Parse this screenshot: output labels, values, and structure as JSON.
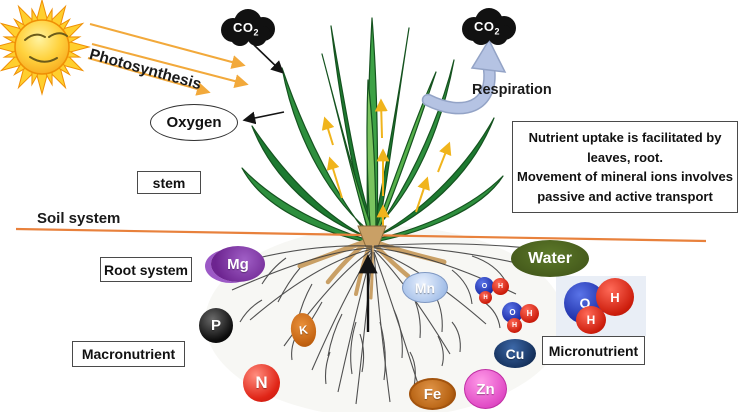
{
  "diagram": {
    "photosynthesis_label": "Photosynthesis",
    "respiration_label": "Respiration",
    "oxygen_label": "Oxygen",
    "stem_label": "stem",
    "soil_system_label": "Soil system",
    "root_system_label": "Root system",
    "macronutrient_label": "Macronutrient",
    "micronutrient_label": "Micronutrient",
    "water_label": "Water",
    "co2": {
      "formula": "CO",
      "subscript": "2"
    },
    "note_box": {
      "lines": [
        "Nutrient uptake is facilitated by",
        "leaves, root.",
        "Movement of mineral ions involves",
        "passive and active transport"
      ]
    },
    "ions": {
      "mg": {
        "label": "Mg",
        "color": "#7a2b9b",
        "group": "macronutrient"
      },
      "mn": {
        "label": "Mn",
        "color": "#a9c3ea",
        "group": "micronutrient"
      },
      "p": {
        "label": "P",
        "color": "#0a0a0a",
        "group": "macronutrient"
      },
      "k": {
        "label": "K",
        "color": "#c36311",
        "group": "macronutrient"
      },
      "n": {
        "label": "N",
        "color": "#e02517",
        "group": "macronutrient"
      },
      "fe": {
        "label": "Fe",
        "color": "#b96515",
        "group": "micronutrient"
      },
      "zn": {
        "label": "Zn",
        "color": "#e14cc6",
        "group": "micronutrient"
      },
      "cu": {
        "label": "Cu",
        "color": "#16325e",
        "group": "micronutrient"
      }
    },
    "water_molecule": {
      "oxygen": "O",
      "hydrogen": "H"
    },
    "colors": {
      "soil_line": "#e8813c",
      "leaf_dark": "#1d7a31",
      "leaf_mid": "#2e8f3e",
      "leaf_light": "#56b04b",
      "sun_disc": "#ffd23e",
      "sun_ray_edge": "#ef8f05",
      "photosynthesis_arrow": "#f2a93b",
      "plant_flow_arrow": "#f0b41c",
      "respiration_arrow": "#b5c3e3",
      "cloud": "#111111",
      "water_ellipse": "#44591b",
      "root_tan": "#c9a066",
      "root_fiber": "#3f3f3f"
    }
  }
}
